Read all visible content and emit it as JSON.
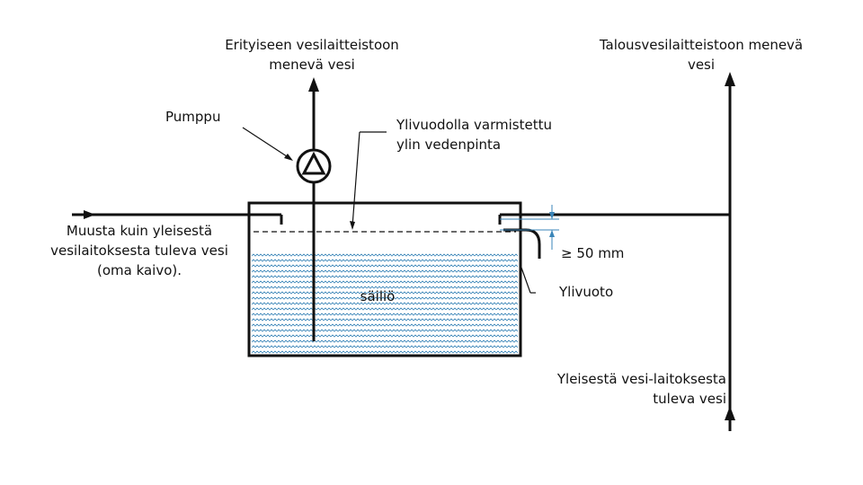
{
  "labels": {
    "special_out_line1": "Erityiseen  vesilaitteistoon",
    "special_out_line2": "menevä vesi",
    "household_out_line1": "Talousvesilaitteistoon  menevä",
    "household_out_line2": "vesi",
    "pump": "Pumppu",
    "overflow_level_line1": "Ylivuodolla  varmistettu",
    "overflow_level_line2": "ylin vedenpinta",
    "other_source_line1": "Muusta  kuin  yleisestä",
    "other_source_line2": "vesilaitoksesta  tuleva vesi",
    "other_source_line3": "(oma kaivo).",
    "tank": "säiliö",
    "gap": "≥ 50 mm",
    "overflow": "Ylivuoto",
    "public_in_line1": "Yleisestä  vesi-laitoksesta",
    "public_in_line2": "tuleva vesi"
  },
  "colors": {
    "line": "#111111",
    "water": "#3a85b8",
    "dimension": "#3a85b8"
  },
  "icons": {
    "pump": "pump-triangle-icon"
  }
}
